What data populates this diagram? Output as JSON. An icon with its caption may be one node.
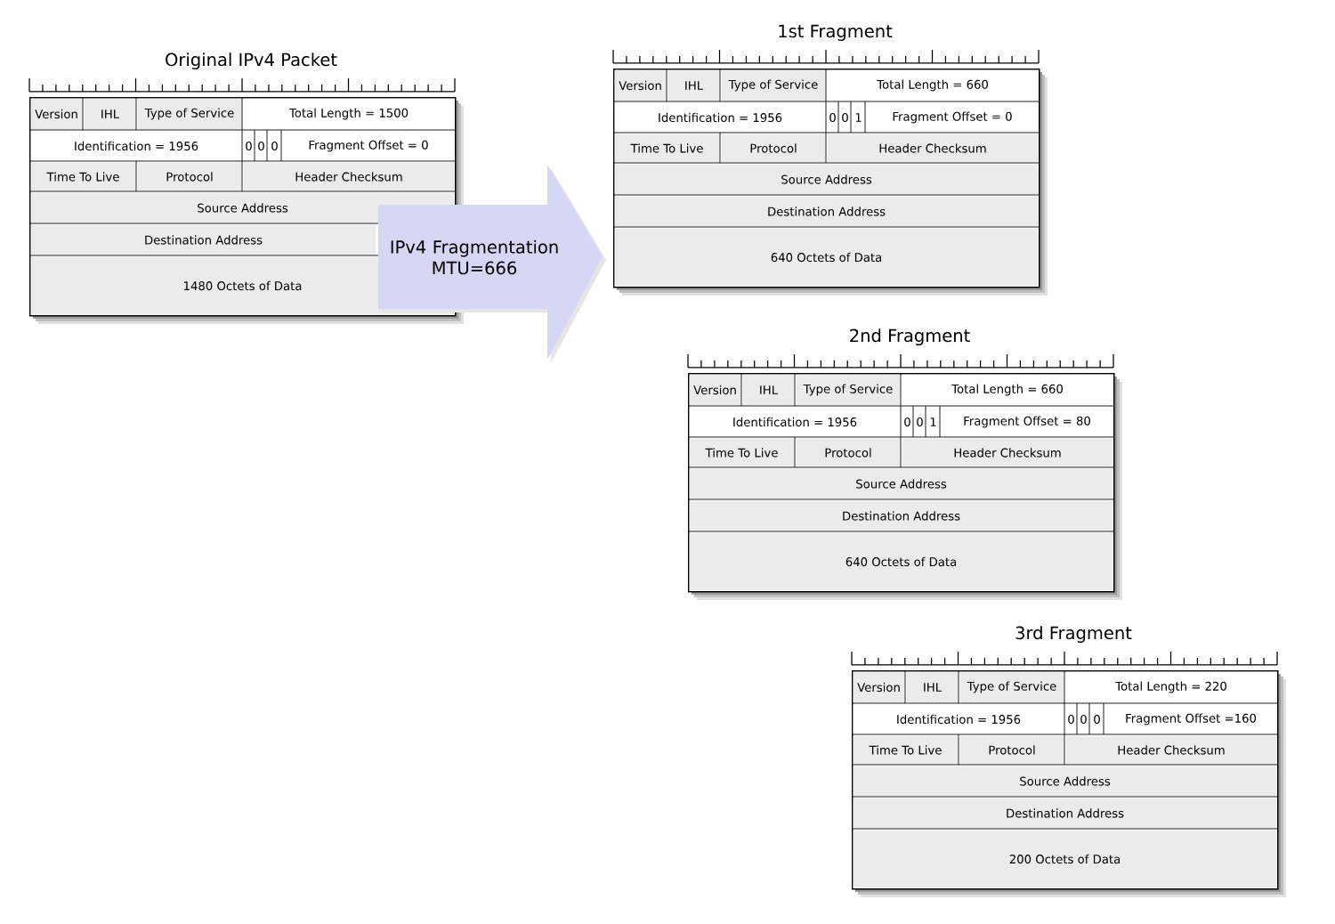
{
  "diagram": {
    "nodes": [
      {
        "text": [
          "Original IPv4 Packet"
        ]
      },
      {
        "text": [
          "Version"
        ],
        "in": 0
      },
      {
        "text": [
          "IHL"
        ],
        "in": 0
      },
      {
        "text": [
          "Type of Service"
        ],
        "in": 0
      },
      {
        "text": [
          "Total Length = 1500"
        ],
        "in": 0
      },
      {
        "text": [
          "Identification = 1956"
        ],
        "in": 0
      },
      {
        "text": [
          "0"
        ],
        "in": 0
      },
      {
        "text": [
          "0"
        ],
        "in": 0
      },
      {
        "text": [
          "0"
        ],
        "in": 0
      },
      {
        "text": [
          "Fragment Offset = 0"
        ],
        "in": 0
      },
      {
        "text": [
          "Time To Live"
        ],
        "in": 0
      },
      {
        "text": [
          "Protocol"
        ],
        "in": 0
      },
      {
        "text": [
          "Header Checksum"
        ],
        "in": 0
      },
      {
        "text": [
          "Source Address"
        ],
        "in": 0
      },
      {
        "text": [
          "Destination Address"
        ],
        "in": 0
      },
      {
        "text": [
          "1480 Octets of Data"
        ],
        "in": 0
      },
      {
        "text": [
          "IPv4 Fragmentation MTU=666"
        ]
      },
      {
        "text": [
          "1st Fragment"
        ]
      },
      {
        "text": [
          "Version"
        ],
        "in": 17
      },
      {
        "text": [
          "IHL"
        ],
        "in": 17
      },
      {
        "text": [
          "Type of Service"
        ],
        "in": 17
      },
      {
        "text": [
          "Total Length = 660"
        ],
        "in": 17
      },
      {
        "text": [
          "Identification = 1956"
        ],
        "in": 17
      },
      {
        "text": [
          "0"
        ],
        "in": 17
      },
      {
        "text": [
          "0"
        ],
        "in": 17
      },
      {
        "text": [
          "1"
        ],
        "in": 17
      },
      {
        "text": [
          "Fragment Offset = 0"
        ],
        "in": 17
      },
      {
        "text": [
          "Time To Live"
        ],
        "in": 17
      },
      {
        "text": [
          "Protocol"
        ],
        "in": 17
      },
      {
        "text": [
          "Header Checksum"
        ],
        "in": 17
      },
      {
        "text": [
          "Source Address"
        ],
        "in": 17
      },
      {
        "text": [
          "Destination Address"
        ],
        "in": 17
      },
      {
        "text": [
          "640 Octets of Data"
        ],
        "in": 17
      },
      {
        "text": [
          "2nd Fragment"
        ]
      },
      {
        "text": [
          "Version"
        ],
        "in": 33
      },
      {
        "text": [
          "IHL"
        ],
        "in": 33
      },
      {
        "text": [
          "Type of Service"
        ],
        "in": 33
      },
      {
        "text": [
          "Total Length = 660"
        ],
        "in": 33
      },
      {
        "text": [
          "Identification = 1956"
        ],
        "in": 33
      },
      {
        "text": [
          "0"
        ],
        "in": 33
      },
      {
        "text": [
          "0"
        ],
        "in": 33
      },
      {
        "text": [
          "1"
        ],
        "in": 33
      },
      {
        "text": [
          "Fragment Offset = 80"
        ],
        "in": 33
      },
      {
        "text": [
          "Time To Live"
        ],
        "in": 33
      },
      {
        "text": [
          "Protocol"
        ],
        "in": 33
      },
      {
        "text": [
          "Header Checksum"
        ],
        "in": 33
      },
      {
        "text": [
          "Source Address"
        ],
        "in": 33
      },
      {
        "text": [
          "Destination Address"
        ],
        "in": 33
      },
      {
        "text": [
          "640 Octets of Data"
        ],
        "in": 33
      },
      {
        "text": [
          "3rd Fragment"
        ]
      },
      {
        "text": [
          "Version"
        ],
        "in": 49
      },
      {
        "text": [
          "IHL"
        ],
        "in": 49
      },
      {
        "text": [
          "Type of Service"
        ],
        "in": 49
      },
      {
        "text": [
          "Total Length = 220"
        ],
        "in": 49
      },
      {
        "text": [
          "Identification = 1956"
        ],
        "in": 49
      },
      {
        "text": [
          "0"
        ],
        "in": 49
      },
      {
        "text": [
          "0"
        ],
        "in": 49
      },
      {
        "text": [
          "0"
        ],
        "in": 49
      },
      {
        "text": [
          "Fragment Offset =160"
        ],
        "in": 49
      },
      {
        "text": [
          "Time To Live"
        ],
        "in": 49
      },
      {
        "text": [
          "Protocol"
        ],
        "in": 49
      },
      {
        "text": [
          "Header Checksum"
        ],
        "in": 49
      },
      {
        "text": [
          "Source Address"
        ],
        "in": 49
      },
      {
        "text": [
          "Destination Address"
        ],
        "in": 49
      },
      {
        "text": [
          "200 Octets of Data"
        ],
        "in": 49
      }
    ]
  }
}
